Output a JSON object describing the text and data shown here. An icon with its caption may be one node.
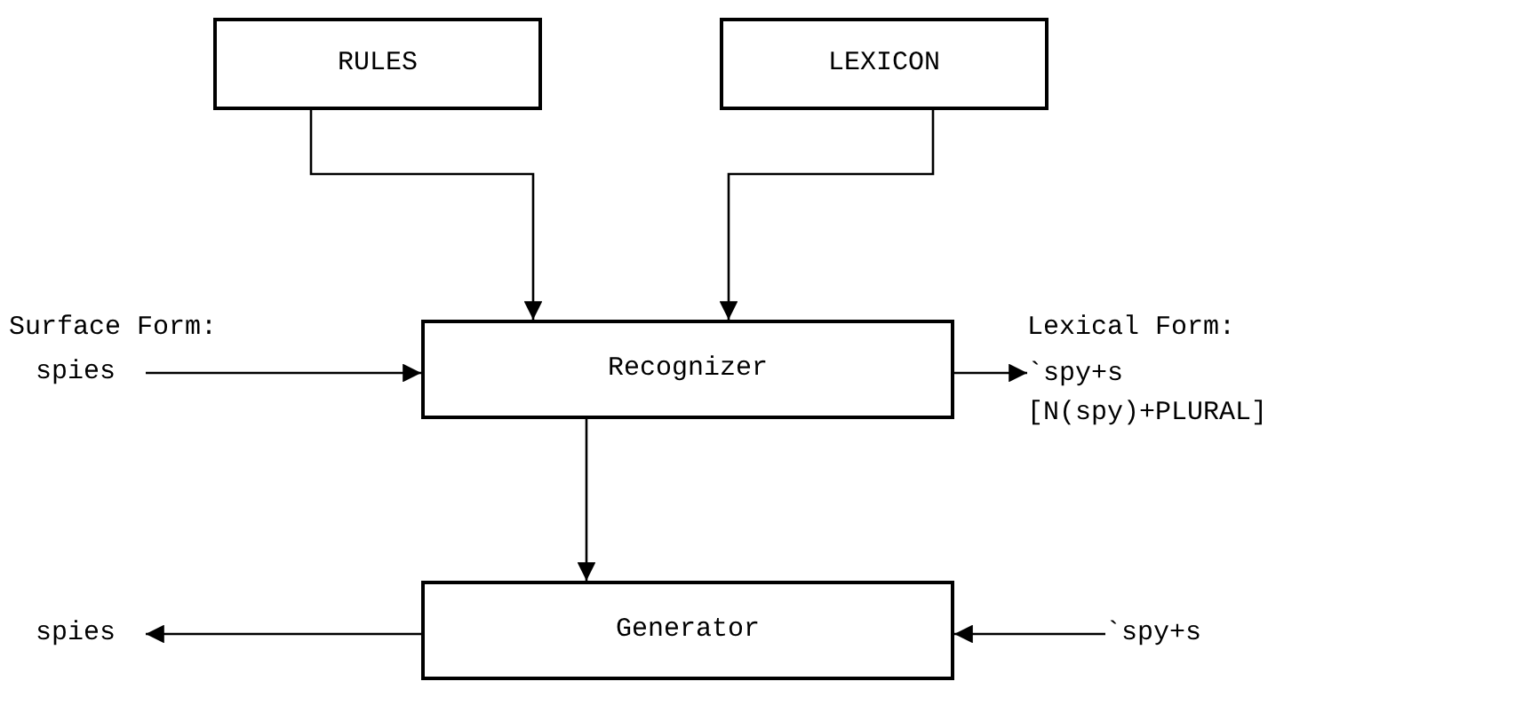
{
  "diagram": {
    "nodes": [
      {
        "text": [
          "RULES"
        ]
      },
      {
        "text": [
          "LEXICON"
        ]
      },
      {
        "text": [
          "Recognizer"
        ]
      },
      {
        "text": [
          "Generator"
        ]
      },
      {
        "text": [
          "spies"
        ]
      },
      {
        "text": [
          "`spy+s",
          "[N(spy)+PLURAL]"
        ]
      },
      {
        "text": [
          "spies"
        ]
      },
      {
        "text": [
          "`spy+s"
        ]
      }
    ],
    "edges": [
      {
        "from": 0,
        "to": 2,
        "arrow": "to"
      },
      {
        "from": 1,
        "to": 2,
        "arrow": "to"
      },
      {
        "from": 4,
        "to": 2,
        "arrow": "to"
      },
      {
        "from": 2,
        "to": 5,
        "arrow": "to"
      },
      {
        "from": 2,
        "to": 3,
        "arrow": "to"
      },
      {
        "from": 3,
        "to": 6,
        "arrow": "to"
      },
      {
        "from": 7,
        "to": 3,
        "arrow": "to"
      }
    ],
    "labels": [
      "Surface Form:",
      "Lexical Form:"
    ]
  }
}
